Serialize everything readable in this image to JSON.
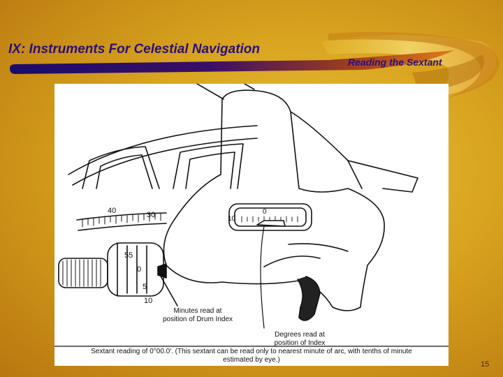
{
  "slide": {
    "title": "IX: Instruments For Celestial Navigation",
    "subtitle": "Reading the Sextant",
    "page_number": "15"
  },
  "figure": {
    "drum_numbers": [
      "55",
      "0",
      "5",
      "10"
    ],
    "arc_numbers": [
      "40",
      "30"
    ],
    "index_numbers": [
      "10",
      "0"
    ],
    "callout_minutes_line1": "Minutes read at",
    "callout_minutes_line2": "position of Drum Index",
    "callout_degrees_line1": "Degrees read at",
    "callout_degrees_line2": "position of Index",
    "caption_line1": "Sextant reading of 0°00.0′. (This sextant can be read only to nearest minute of arc, with tenths of minute",
    "caption_line2": "estimated by eye.)"
  }
}
